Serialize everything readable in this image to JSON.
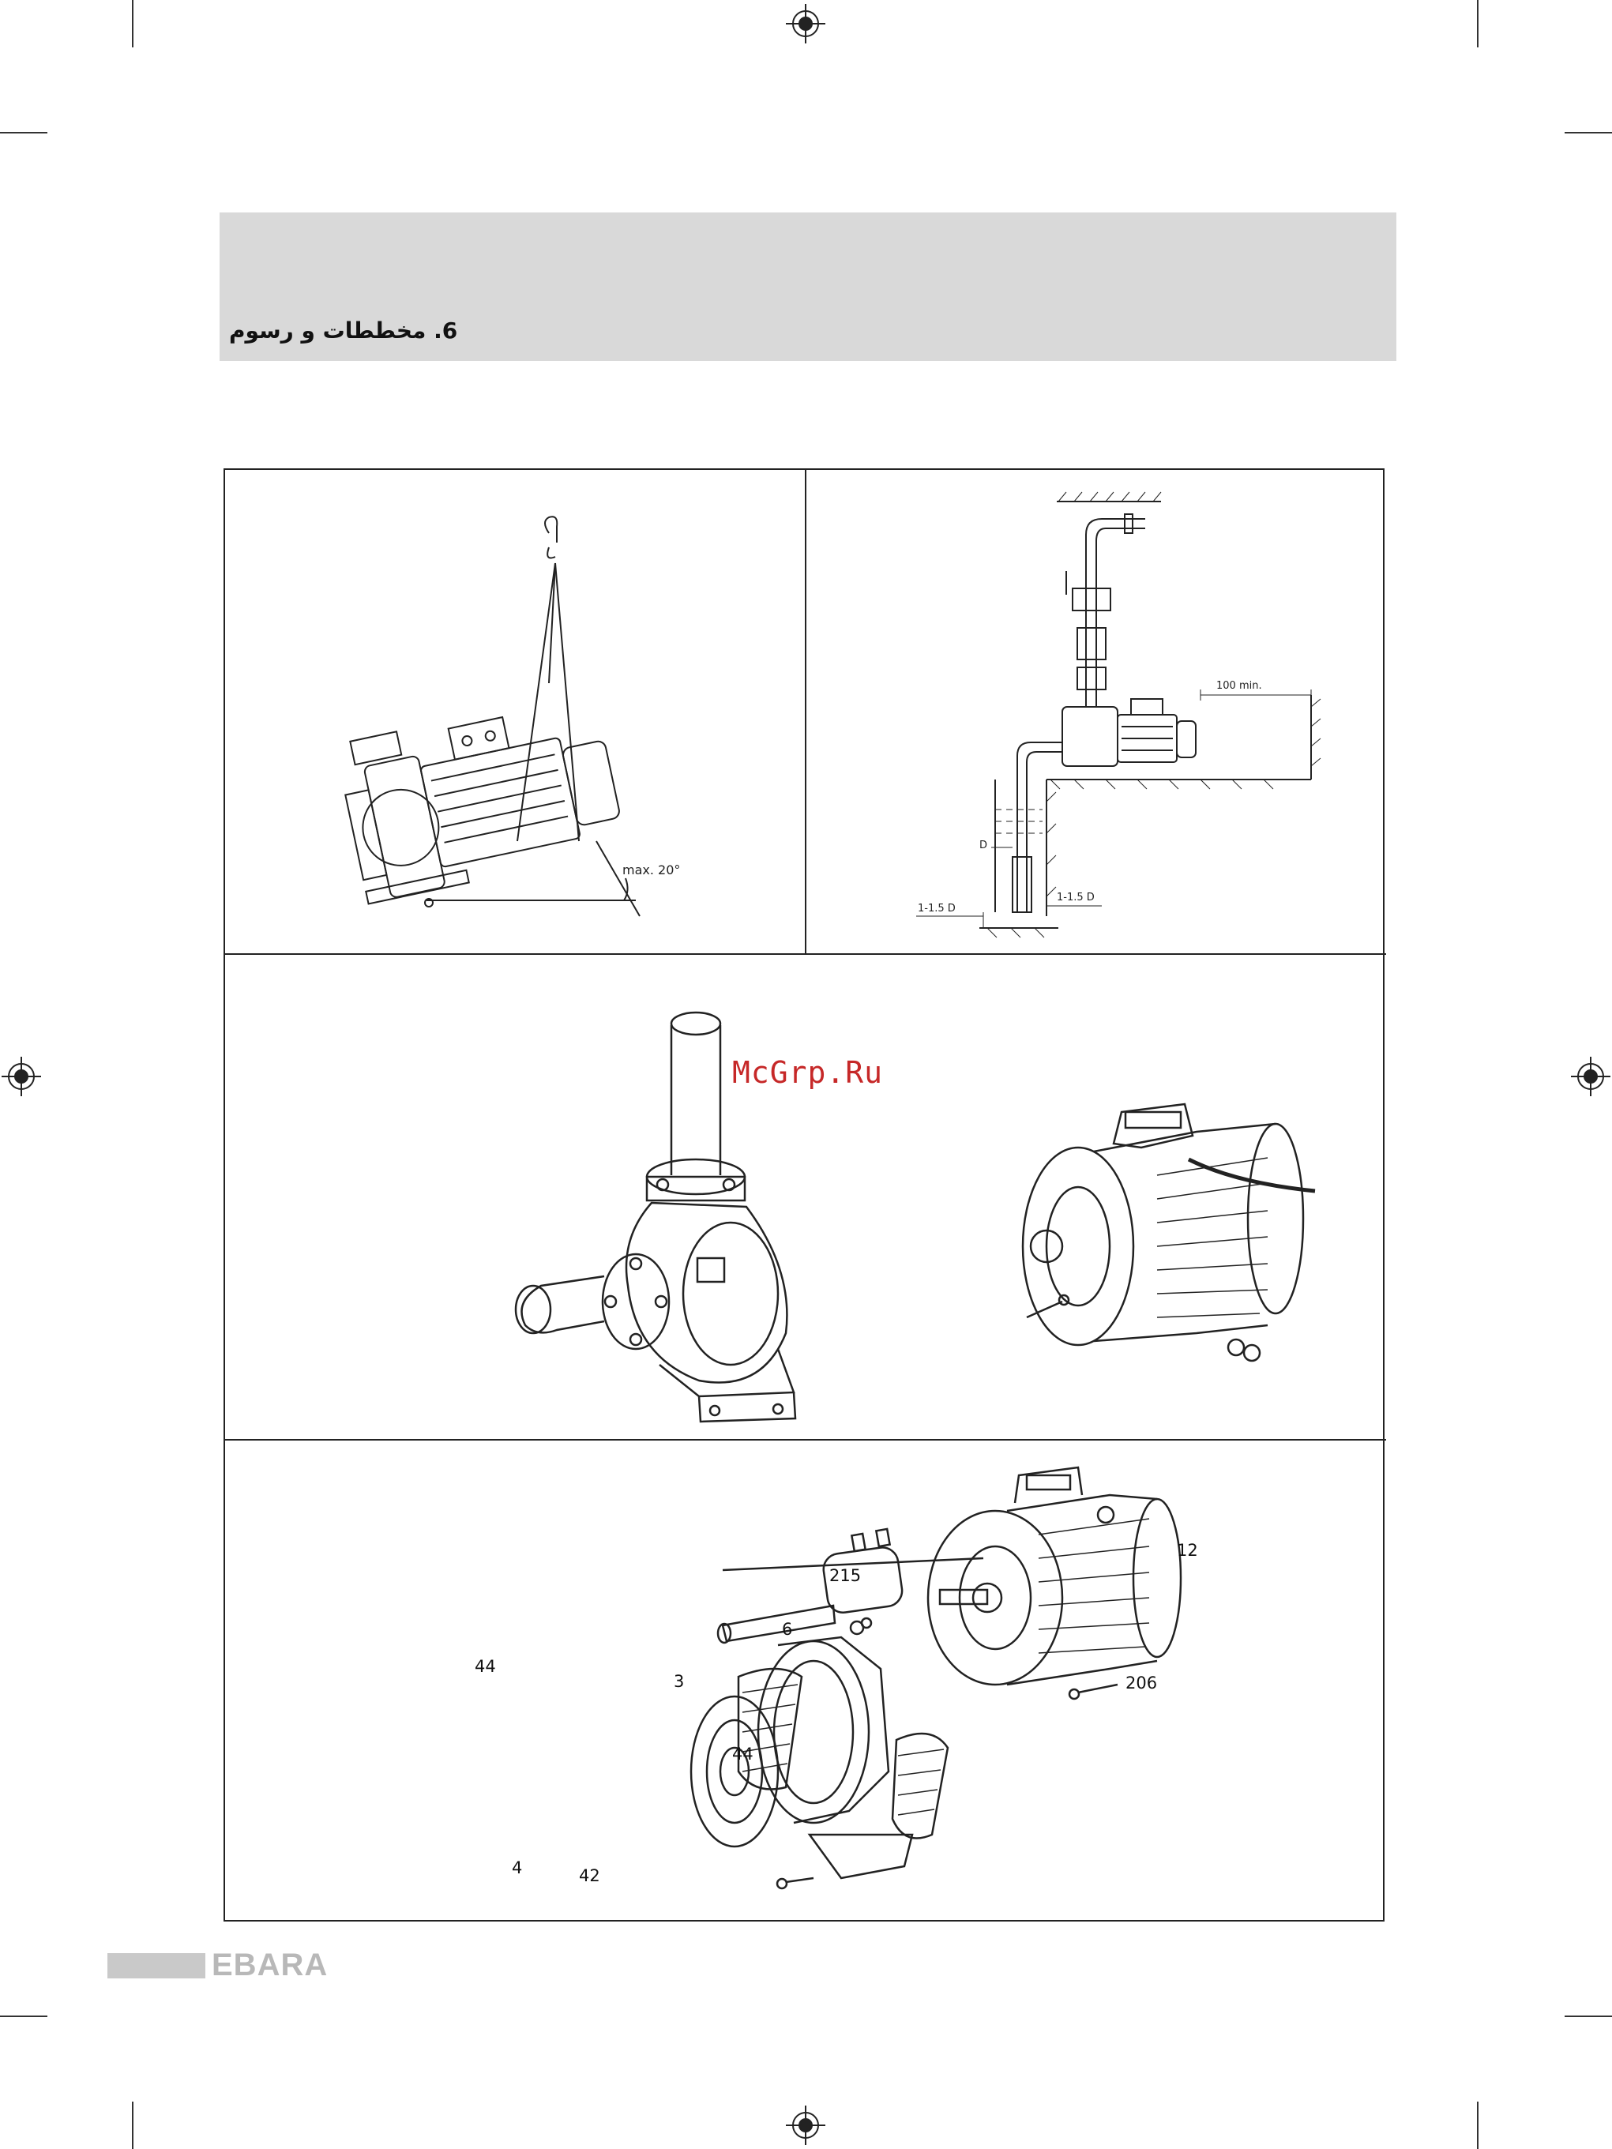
{
  "header": {
    "section_title": "6. مخططات و رسوم"
  },
  "watermark": "McGrp.Ru",
  "figures": {
    "lifting": {
      "angle_label": "max. 20°"
    },
    "installation": {
      "clearance_label": "100 min.",
      "diameter_label": "D",
      "bottom_gap_label": "1-1.5 D",
      "wall_gap_label": "1-1.5 D"
    },
    "exploded_view": {
      "part_labels": {
        "motor": "12",
        "shaft_key": "215",
        "shaft": "6",
        "screw": "206",
        "guard_left": "44",
        "pump_body": "3",
        "guard_right": "44",
        "impeller": "4",
        "foot": "42"
      }
    }
  },
  "footer": {
    "brand": "EBARA"
  }
}
